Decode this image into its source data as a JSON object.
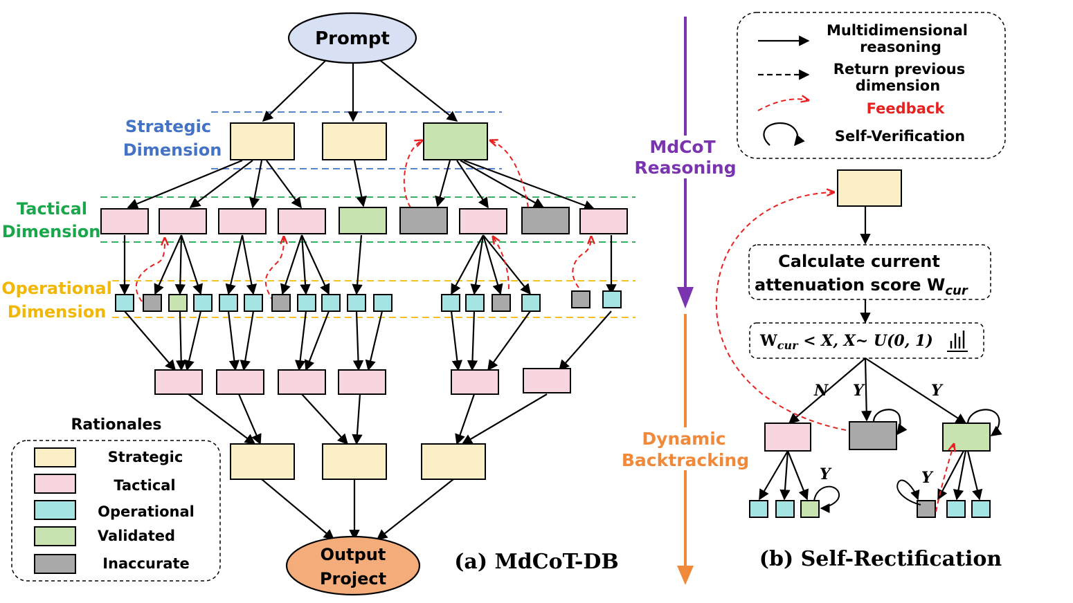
{
  "colors": {
    "strategic": "#fbefc7",
    "tactical": "#f7d6df",
    "operational": "#a6e3e3",
    "validated": "#c8e3b0",
    "inaccurate": "#a9a9a9",
    "prompt_fill": "#d8e0f4",
    "output_fill": "#f4ad7a",
    "blue_text": "#4472c4",
    "green_text": "#1aa64a",
    "yellow_text": "#f2b705",
    "purple": "#7a34b0",
    "orange": "#f0893a",
    "red": "#e8201f"
  },
  "nodes": {
    "prompt": "Prompt",
    "output_line1": "Output",
    "output_line2": "Project"
  },
  "dimensions": {
    "strategic_line1": "Strategic",
    "strategic_line2": "Dimension",
    "tactical_line1": "Tactical",
    "tactical_line2": "Dimension",
    "operational_line1": "Operational",
    "operational_line2": "Dimension"
  },
  "rationales_legend": {
    "title": "Rationales",
    "items": [
      "Strategic",
      "Tactical",
      "Operational",
      "Validated",
      "Inaccurate"
    ]
  },
  "captions": {
    "left": "(a) MdCoT-DB",
    "right": "(b) Self-Rectification"
  },
  "axis": {
    "reasoning_line1": "MdCoT",
    "reasoning_line2": "Reasoning",
    "backtracking_line1": "Dynamic",
    "backtracking_line2": "Backtracking"
  },
  "arrow_legend": {
    "multi_line1": "Multidimensional",
    "multi_line2": "reasoning",
    "return_line1": "Return previous",
    "return_line2": "dimension",
    "feedback": "Feedback",
    "self_verification": "Self-Verification"
  },
  "self_rectification": {
    "calc_line1": "Calculate current",
    "calc_line2": "attenuation score W",
    "calc_sub": "cur",
    "cond_w": "W",
    "cond_sub": "cur",
    "cond_rest": " < X,  X~ U(0, 1)",
    "label_n": "N",
    "label_y": "Y"
  }
}
